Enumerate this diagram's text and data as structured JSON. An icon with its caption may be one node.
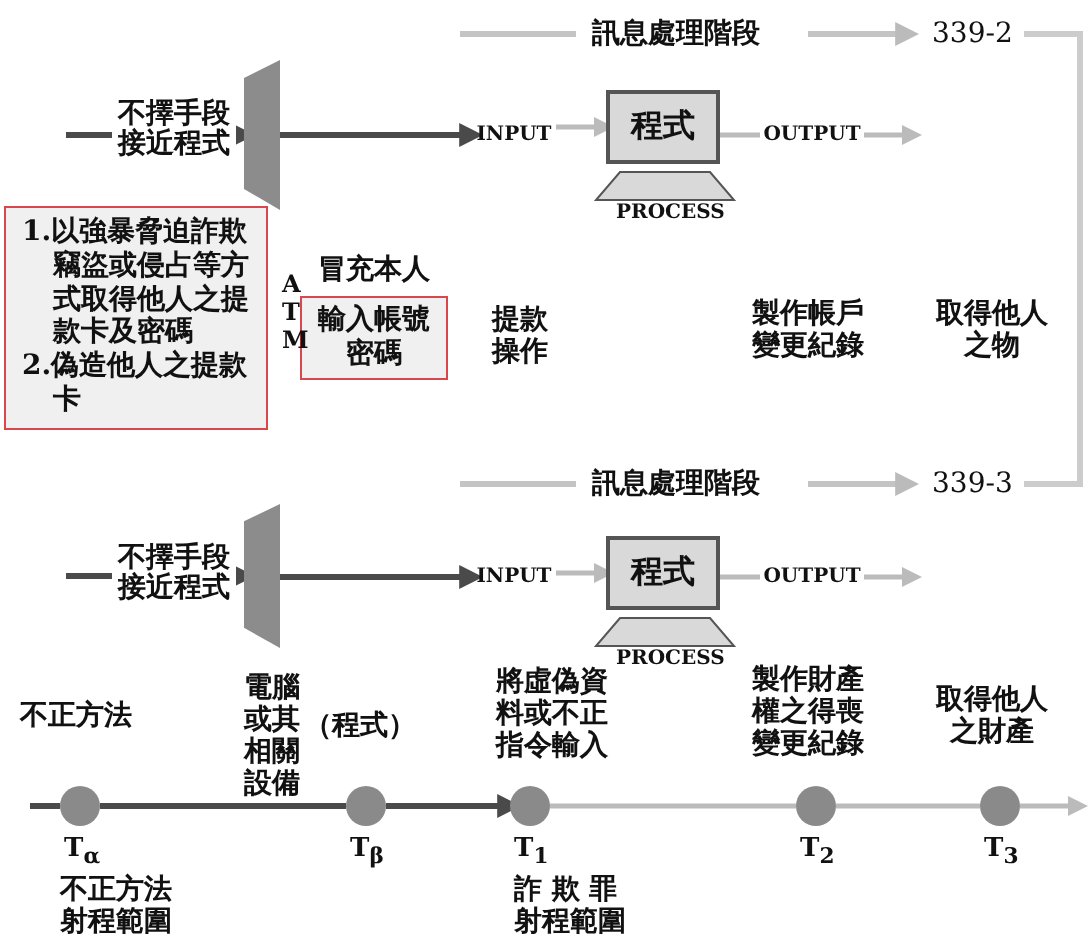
{
  "diagram": {
    "nodes": [
      {
        "text": [],
        "shape": "box"
      },
      {
        "text": [
          "INPUT"
        ]
      },
      {
        "text": [
          "程式"
        ],
        "beside": [
          "PROCESS"
        ]
      },
      {
        "text": [
          "OUTPUT"
        ]
      },
      {
        "text": [
          "1.以強暴脅迫詐欺竊盜或侵占等方式取得他人之提款卡及密碼",
          "2.偽造他人之提款卡"
        ]
      },
      {
        "text": [
          "冒充本人",
          "輸入帳號密碼"
        ]
      },
      {
        "text": [],
        "shape": "box"
      },
      {
        "text": [
          "INPUT"
        ]
      },
      {
        "text": [
          "程式"
        ],
        "beside": [
          "PROCESS"
        ]
      },
      {
        "text": [
          "OUTPUT"
        ]
      },
      {
        "text": [],
        "shape": "circle",
        "beside": [
          "T$_{α}$"
        ]
      },
      {
        "text": [],
        "shape": "circle",
        "beside": [
          "T$_{β}$"
        ]
      },
      {
        "text": [],
        "shape": "circle",
        "beside": [
          "T$_{1}$"
        ]
      },
      {
        "text": [],
        "shape": "circle",
        "beside": [
          "T$_{2}$"
        ]
      },
      {
        "text": [],
        "shape": "circle",
        "beside": [
          "T$_{3}$"
        ]
      }
    ],
    "edges": [
      {
        "from": null,
        "to": 0,
        "arrow": "to",
        "label": "不擇手段接近程式",
        "color": "#4a4a4a"
      },
      {
        "from": 0,
        "to": 1,
        "arrow": "to",
        "color": "#4a4a4a"
      },
      {
        "from": 1,
        "to": 2,
        "arrow": "to",
        "color": "#bbbbbb"
      },
      {
        "from": 2,
        "to": 3,
        "arrow": "none",
        "color": "#bbbbbb"
      },
      {
        "from": 3,
        "to": null,
        "arrow": "to",
        "color": "#bbbbbb"
      },
      {
        "from": null,
        "to": 6,
        "arrow": "to",
        "label": "不擇手段接近程式",
        "color": "#4a4a4a"
      },
      {
        "from": 6,
        "to": 7,
        "arrow": "to",
        "color": "#4a4a4a"
      },
      {
        "from": 7,
        "to": 8,
        "arrow": "to",
        "color": "#bbbbbb"
      },
      {
        "from": 8,
        "to": 9,
        "arrow": "none",
        "color": "#bbbbbb"
      },
      {
        "from": 9,
        "to": null,
        "arrow": "to",
        "color": "#bbbbbb"
      },
      {
        "from": null,
        "to": 10,
        "arrow": "none",
        "color": "#4a4a4a"
      },
      {
        "from": 10,
        "to": 11,
        "arrow": "none",
        "color": "#4a4a4a"
      },
      {
        "from": 11,
        "to": 12,
        "arrow": "to",
        "color": "#4a4a4a"
      },
      {
        "from": 12,
        "to": 13,
        "arrow": "none",
        "color": "#bbbbbb"
      },
      {
        "from": 13,
        "to": 14,
        "arrow": "none",
        "color": "#bbbbbb"
      },
      {
        "from": 14,
        "to": null,
        "arrow": "to",
        "color": "#bbbbbb"
      }
    ],
    "labels": [
      "訊息處理階段",
      "339-2",
      "ATM",
      "提款操作",
      "製作帳戶變更紀錄",
      "取得他人之物",
      "訊息處理階段",
      "339-3",
      "不正方法",
      "電腦或其相關設備",
      "（程式）",
      "將虛偽資料或不正指令輸入",
      "製作財產權之得喪變更紀錄",
      "取得他人之財產",
      "不正方法射程範圍",
      "詐 欺 罪射程範圍"
    ]
  }
}
